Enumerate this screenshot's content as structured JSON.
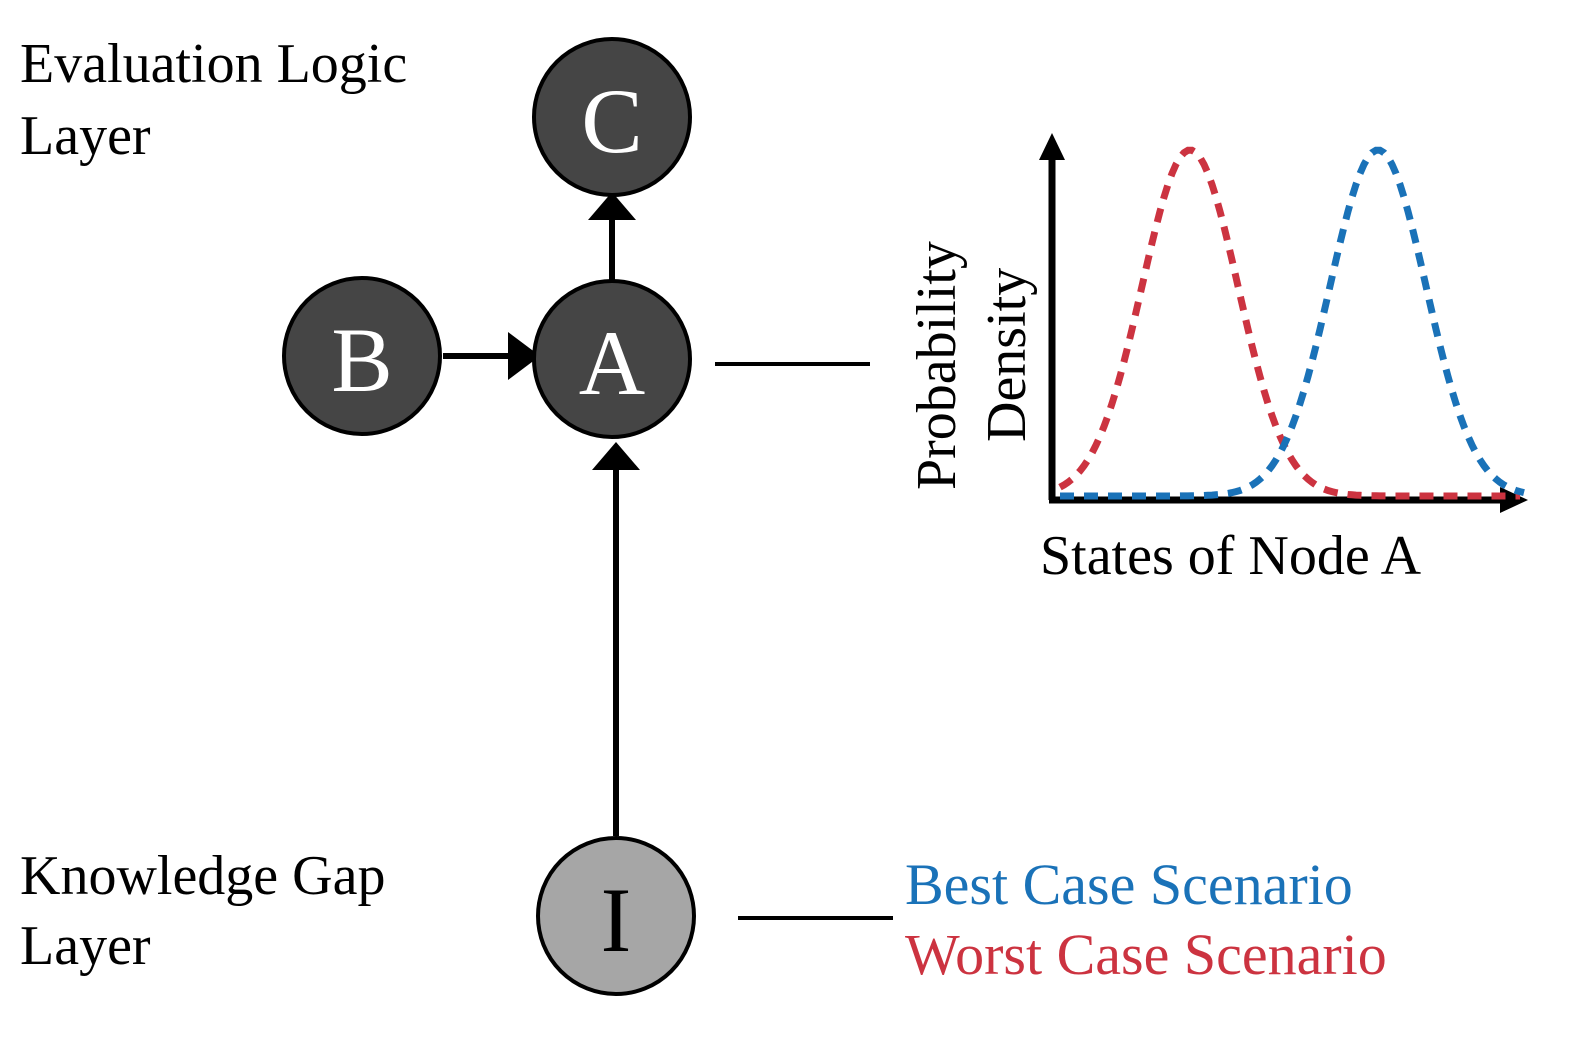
{
  "layers": {
    "evaluation": {
      "line1": "Evaluation Logic",
      "line2": "Layer"
    },
    "knowledge_gap": {
      "line1": "Knowledge Gap",
      "line2": "Layer"
    }
  },
  "nodes": {
    "c": {
      "label": "C",
      "fill": "#454545",
      "text_color": "#ffffff"
    },
    "b": {
      "label": "B",
      "fill": "#454545",
      "text_color": "#ffffff"
    },
    "a": {
      "label": "A",
      "fill": "#454545",
      "text_color": "#ffffff"
    },
    "i": {
      "label": "I",
      "fill": "#a6a6a6",
      "text_color": "#000000"
    }
  },
  "edges": [
    {
      "from": "b",
      "to": "a"
    },
    {
      "from": "a",
      "to": "c"
    },
    {
      "from": "i",
      "to": "a"
    }
  ],
  "plot": {
    "y_label_line1": "Probability",
    "y_label_line2": "Density",
    "x_label": "States of Node A"
  },
  "legend": {
    "best": {
      "label": "Best Case Scenario",
      "color": "#1a72b8"
    },
    "worst": {
      "label": "Worst Case Scenario",
      "color": "#cc3340"
    }
  }
}
